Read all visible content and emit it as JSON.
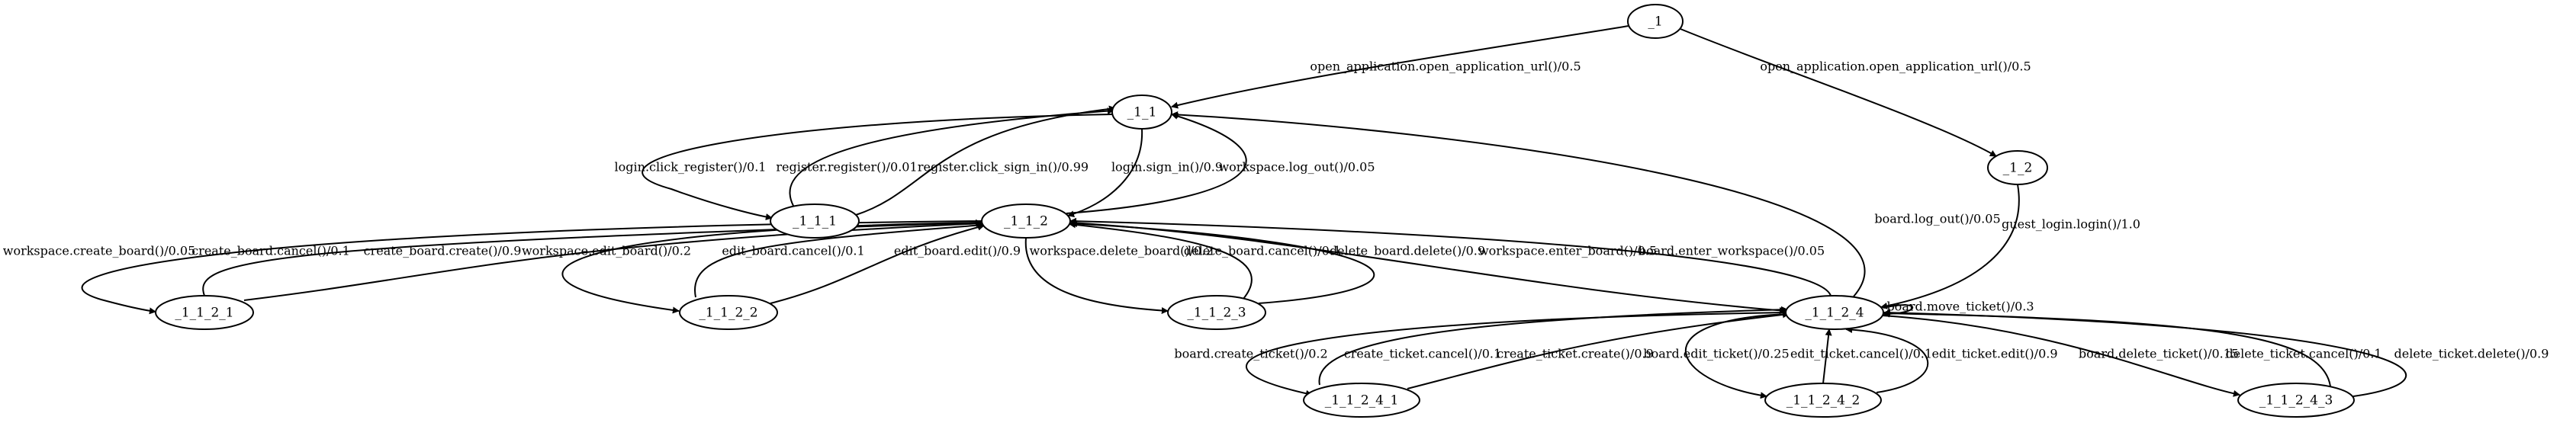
{
  "nodes": [
    {
      "id": "_1",
      "label": "_1"
    },
    {
      "id": "_1_1",
      "label": "_1_1"
    },
    {
      "id": "_1_2",
      "label": "_1_2"
    },
    {
      "id": "_1_1_1",
      "label": "_1_1_1"
    },
    {
      "id": "_1_1_2",
      "label": "_1_1_2"
    },
    {
      "id": "_1_1_2_1",
      "label": "_1_1_2_1"
    },
    {
      "id": "_1_1_2_2",
      "label": "_1_1_2_2"
    },
    {
      "id": "_1_1_2_3",
      "label": "_1_1_2_3"
    },
    {
      "id": "_1_1_2_4",
      "label": "_1_1_2_4"
    },
    {
      "id": "_1_1_2_4_1",
      "label": "_1_1_2_4_1"
    },
    {
      "id": "_1_1_2_4_2",
      "label": "_1_1_2_4_2"
    },
    {
      "id": "_1_1_2_4_3",
      "label": "_1_1_2_4_3"
    }
  ],
  "edges": [
    {
      "from": "_1",
      "to": "_1_1",
      "label": "open_application.open_application_url()/0.5"
    },
    {
      "from": "_1",
      "to": "_1_2",
      "label": "open_application.open_application_url()/0.5"
    },
    {
      "from": "_1_1",
      "to": "_1_1_1",
      "label": "login.click_register()/0.1"
    },
    {
      "from": "_1_1_1",
      "to": "_1_1",
      "label": "register.register()/0.01"
    },
    {
      "from": "_1_1_1",
      "to": "_1_1",
      "label": "register.click_sign_in()/0.99"
    },
    {
      "from": "_1_1",
      "to": "_1_1_2",
      "label": "login.sign_in()/0.9"
    },
    {
      "from": "_1_1_2",
      "to": "_1_1",
      "label": "workspace.log_out()/0.05"
    },
    {
      "from": "_1_1_2_4",
      "to": "_1_1",
      "label": "board.log_out()/0.05"
    },
    {
      "from": "_1_2",
      "to": "_1_1_2_4",
      "label": "guest_login.login()/1.0"
    },
    {
      "from": "_1_1_2",
      "to": "_1_1_2_1",
      "label": "workspace.create_board()/0.05"
    },
    {
      "from": "_1_1_2_1",
      "to": "_1_1_2",
      "label": "create_board.cancel()/0.1"
    },
    {
      "from": "_1_1_2_1",
      "to": "_1_1_2",
      "label": "create_board.create()/0.9"
    },
    {
      "from": "_1_1_2",
      "to": "_1_1_2_2",
      "label": "workspace.edit_board()/0.2"
    },
    {
      "from": "_1_1_2_2",
      "to": "_1_1_2",
      "label": "edit_board.cancel()/0.1"
    },
    {
      "from": "_1_1_2_2",
      "to": "_1_1_2",
      "label": "edit_board.edit()/0.9"
    },
    {
      "from": "_1_1_2",
      "to": "_1_1_2_3",
      "label": "workspace.delete_board()/0.2"
    },
    {
      "from": "_1_1_2_3",
      "to": "_1_1_2",
      "label": "delete_board.cancel()/0.1"
    },
    {
      "from": "_1_1_2_3",
      "to": "_1_1_2",
      "label": "delete_board.delete()/0.9"
    },
    {
      "from": "_1_1_2",
      "to": "_1_1_2_4",
      "label": "workspace.enter_board()/0.5"
    },
    {
      "from": "_1_1_2_4",
      "to": "_1_1_2",
      "label": "board.enter_workspace()/0.05"
    },
    {
      "from": "_1_1_2_4",
      "to": "_1_1_2_4",
      "label": "board.move_ticket()/0.3"
    },
    {
      "from": "_1_1_2_4",
      "to": "_1_1_2_4_1",
      "label": "board.create_ticket()/0.2"
    },
    {
      "from": "_1_1_2_4_1",
      "to": "_1_1_2_4",
      "label": "create_ticket.cancel()/0.1"
    },
    {
      "from": "_1_1_2_4_1",
      "to": "_1_1_2_4",
      "label": "create_ticket.create()/0.9"
    },
    {
      "from": "_1_1_2_4",
      "to": "_1_1_2_4_2",
      "label": "board.edit_ticket()/0.25"
    },
    {
      "from": "_1_1_2_4_2",
      "to": "_1_1_2_4",
      "label": "edit_ticket.cancel()/0.1"
    },
    {
      "from": "_1_1_2_4_2",
      "to": "_1_1_2_4",
      "label": "edit_ticket.edit()/0.9"
    },
    {
      "from": "_1_1_2_4",
      "to": "_1_1_2_4_3",
      "label": "board.delete_ticket()/0.15"
    },
    {
      "from": "_1_1_2_4_3",
      "to": "_1_1_2_4",
      "label": "delete_ticket.cancel()/0.1"
    },
    {
      "from": "_1_1_2_4_3",
      "to": "_1_1_2_4",
      "label": "delete_ticket.delete()/0.9"
    }
  ]
}
